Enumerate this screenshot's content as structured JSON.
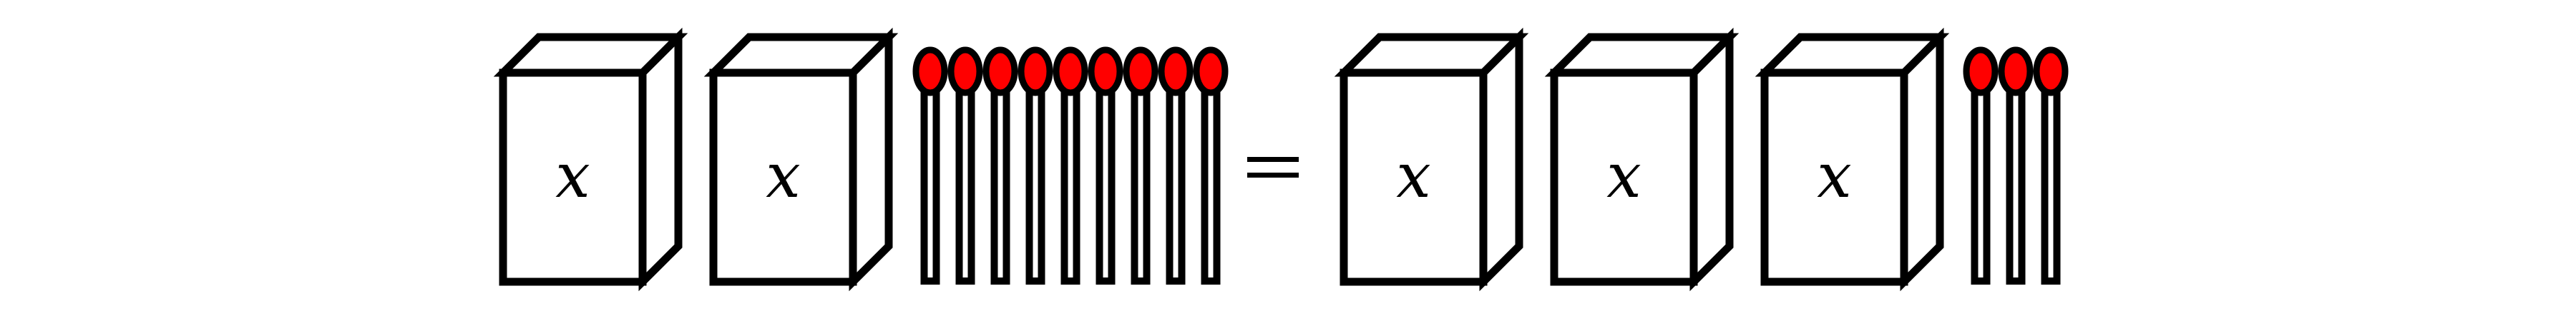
{
  "equation": {
    "left": {
      "boxes": [
        "x",
        "x"
      ],
      "matches": 9
    },
    "operator": "=",
    "right": {
      "boxes": [
        "x",
        "x",
        "x"
      ],
      "matches": 3
    }
  },
  "colors": {
    "match_head": "#ff0000",
    "outline": "#000000",
    "box_fill": "#ffffff"
  }
}
